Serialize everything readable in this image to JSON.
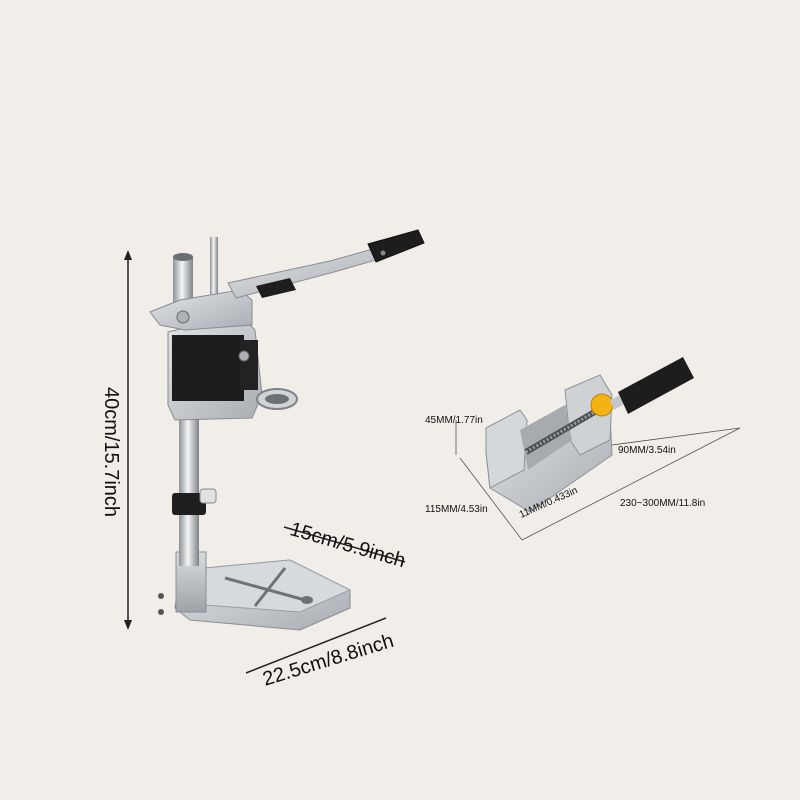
{
  "drill_stand": {
    "height_label": "40cm/15.7inch",
    "base_depth_label": "15cm/5.9inch",
    "base_width_label": "22.5cm/8.8inch"
  },
  "vise": {
    "jaw_height_label": "45MM/1.77in",
    "jaw_width_label": "90MM/3.54in",
    "body_width_label": "115MM/4.53in",
    "jaw_opening_label": "11MM/0.433in",
    "overall_length_label": "230~300MM/11.8in"
  },
  "colors": {
    "background": "#f1ede8",
    "aluminum": "#c9ccd0",
    "black_grip": "#1d1d1d",
    "yellow_knob": "#f2b313"
  }
}
